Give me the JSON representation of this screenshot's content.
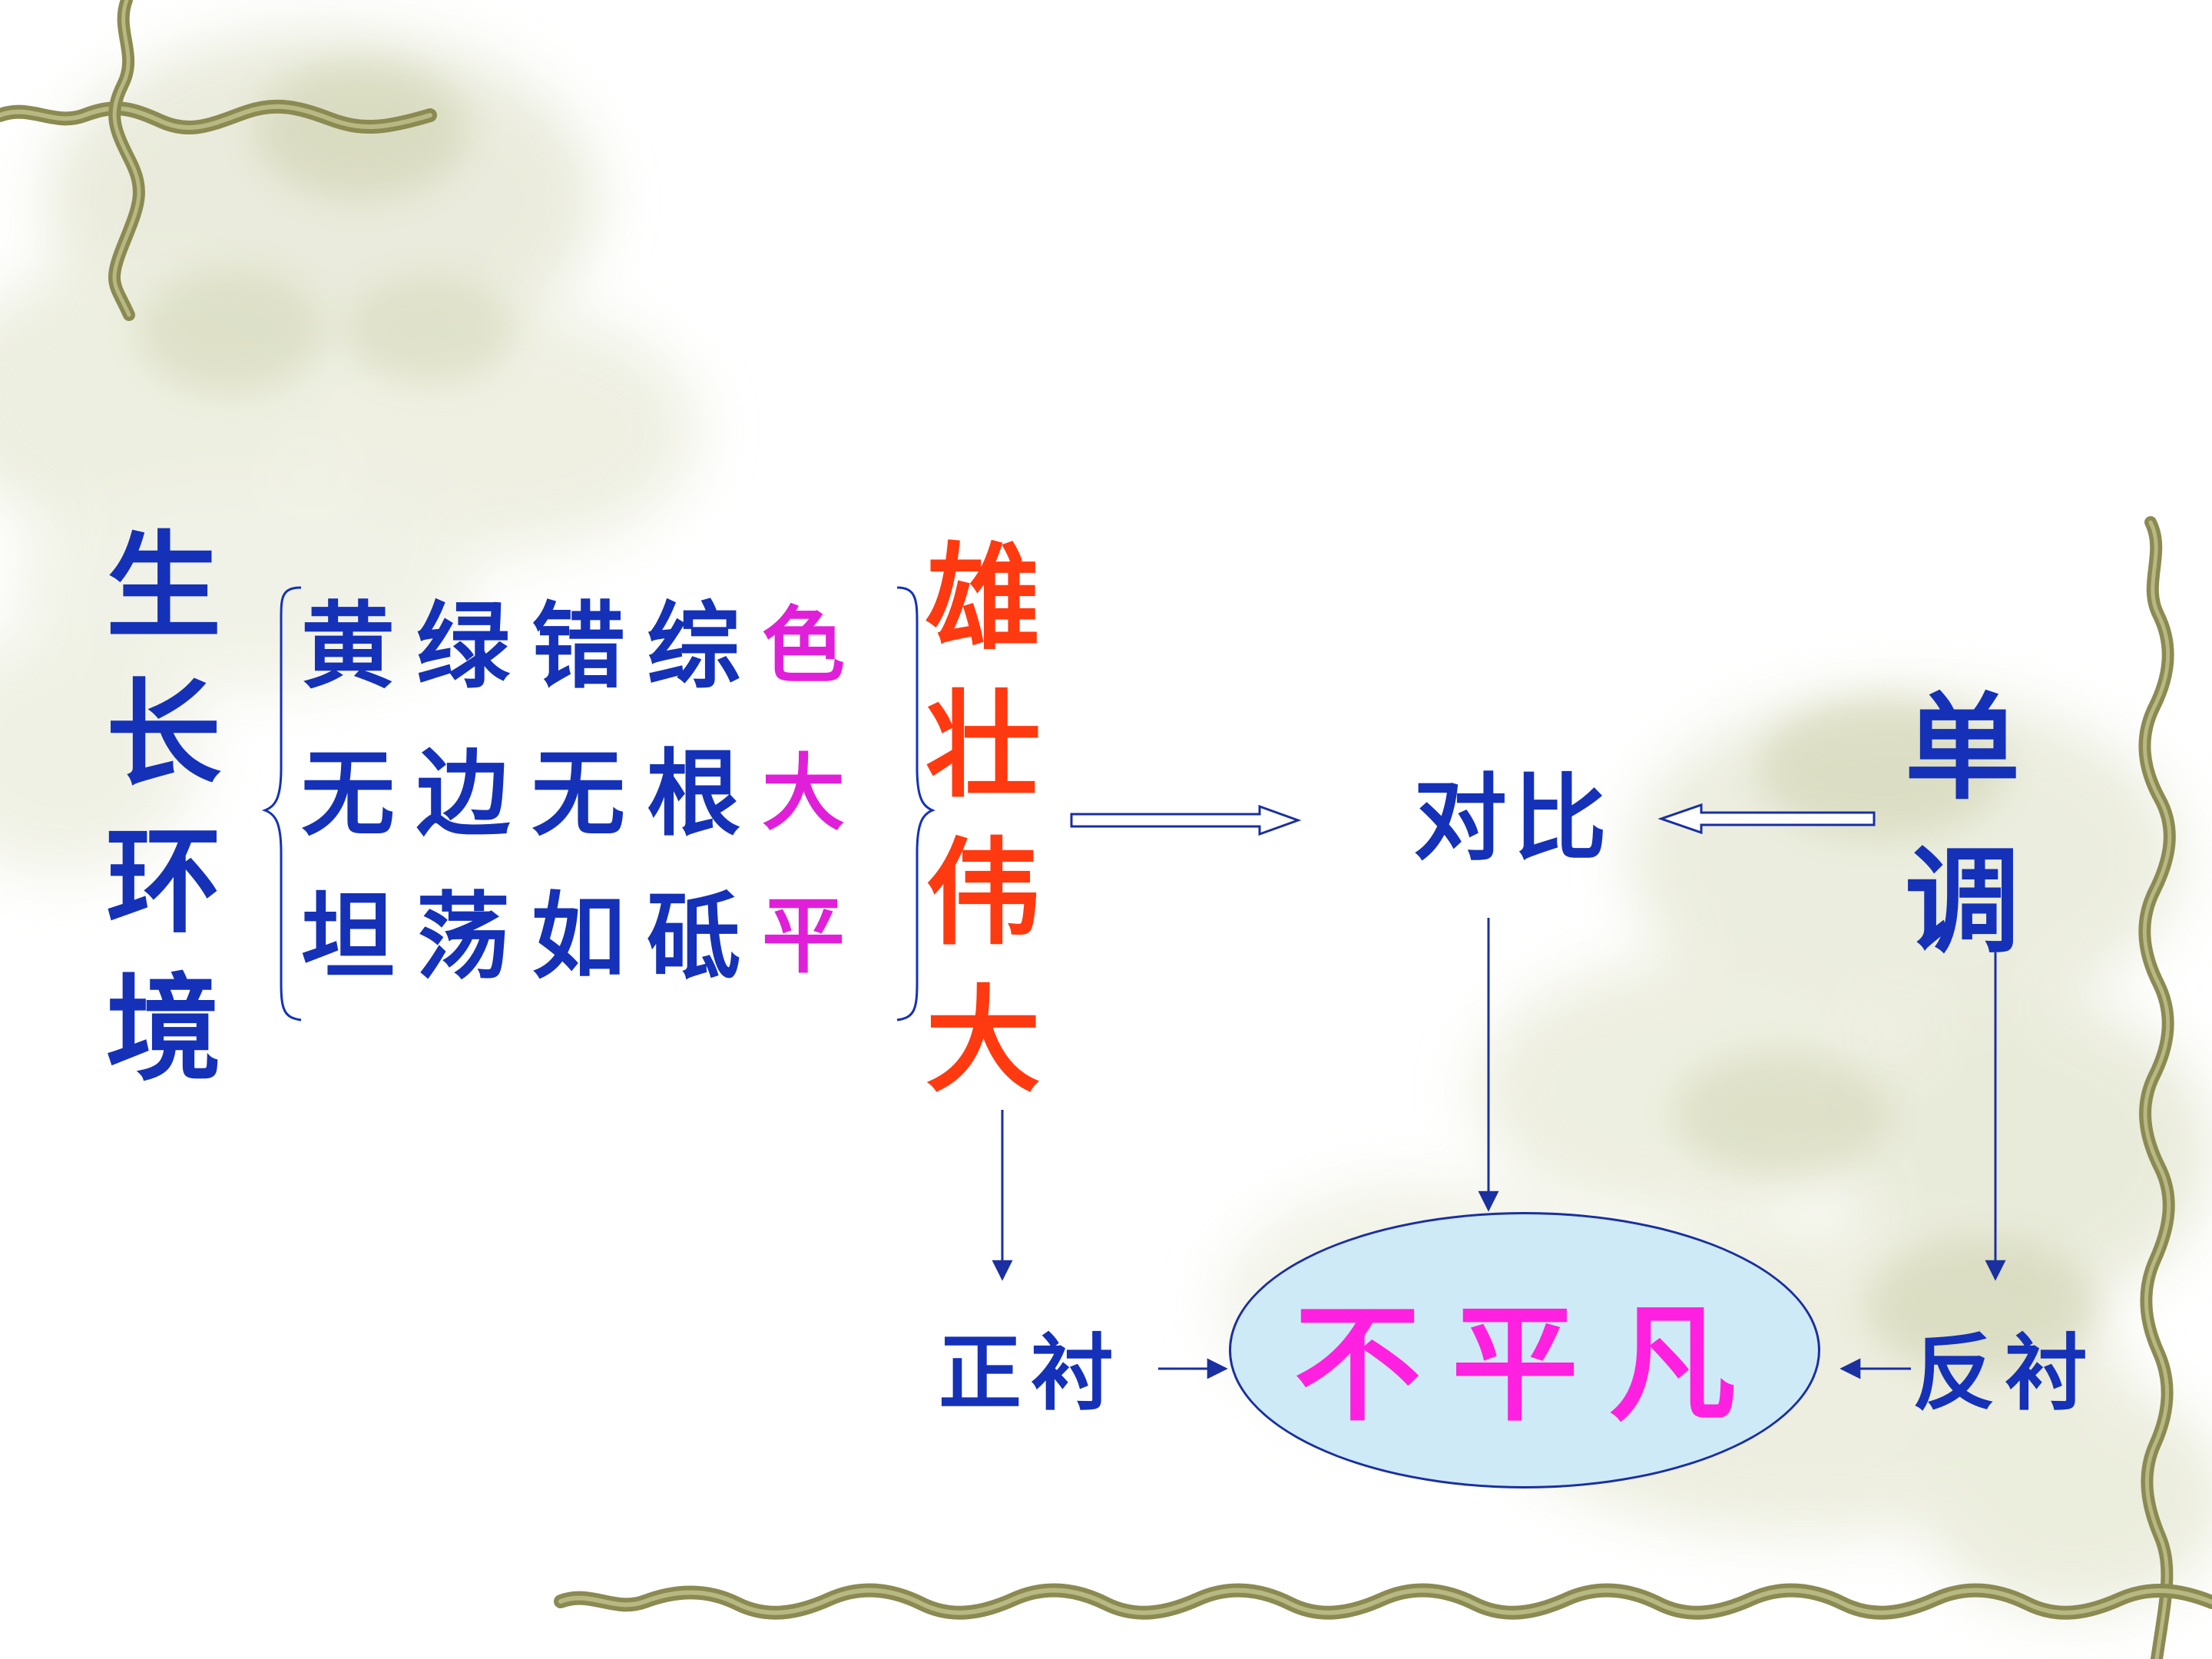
{
  "subject": {
    "chars": [
      "生",
      "长",
      "环",
      "境"
    ]
  },
  "descriptions": [
    {
      "words": [
        "黄",
        "绿",
        "错",
        "综"
      ],
      "key": "色"
    },
    {
      "words": [
        "无",
        "边",
        "无",
        "根"
      ],
      "key": "大"
    },
    {
      "words": [
        "坦",
        "荡",
        "如",
        "砥"
      ],
      "key": "平"
    }
  ],
  "summary": {
    "chars": [
      "雄",
      "壮",
      "伟",
      "大"
    ]
  },
  "contrast": {
    "label": "对比"
  },
  "monotone": {
    "chars": [
      "单",
      "调"
    ]
  },
  "positive_foil": {
    "label": "正衬"
  },
  "negative_foil": {
    "label": "反衬"
  },
  "conclusion": {
    "label": "不平凡"
  },
  "colors": {
    "blue": "#1431b8",
    "magenta": "#e020d8",
    "red_orange": "#ff3a10",
    "conclusion_magenta": "#ff20e0",
    "oval_fill": "#cfeaf7",
    "frame_olive": "#8a8a52"
  }
}
